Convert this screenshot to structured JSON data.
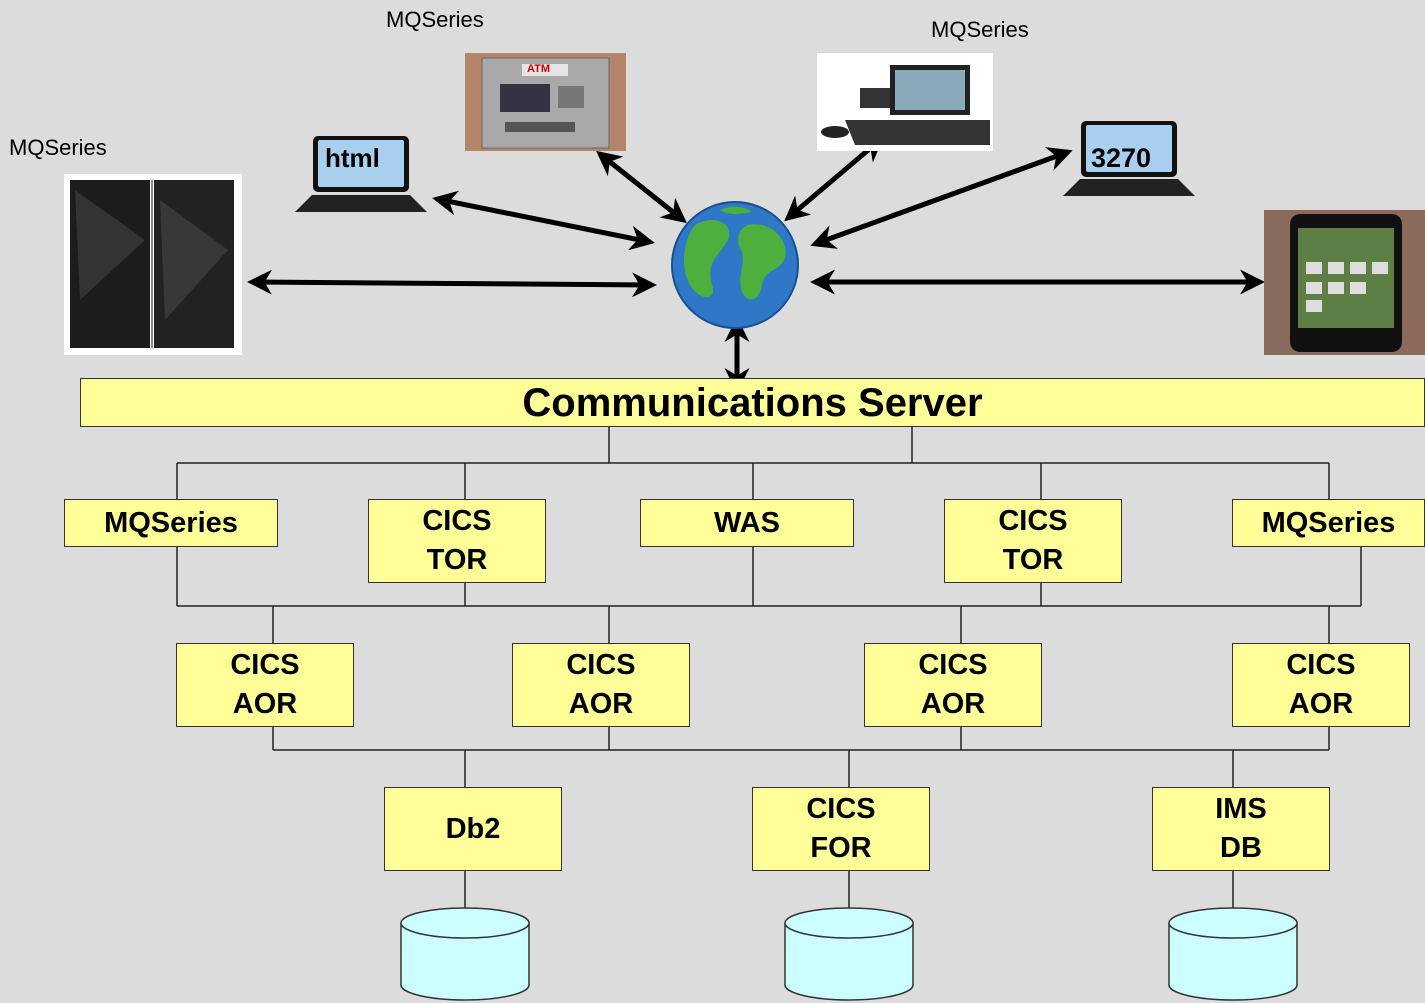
{
  "labels": {
    "mq_left": "MQSeries",
    "mq_atm": "MQSeries",
    "mq_pos": "MQSeries"
  },
  "devices": {
    "html_laptop": "html",
    "terminal_3270": "3270",
    "atm_sign": "ATM"
  },
  "comm_server": "Communications Server",
  "tier1": {
    "mq_left": "MQSeries",
    "tor1_l1": "CICS",
    "tor1_l2": "TOR",
    "was": "WAS",
    "tor2_l1": "CICS",
    "tor2_l2": "TOR",
    "mq_right": "MQSeries"
  },
  "tier2": {
    "aor1_l1": "CICS",
    "aor1_l2": "AOR",
    "aor2_l1": "CICS",
    "aor2_l2": "AOR",
    "aor3_l1": "CICS",
    "aor3_l2": "AOR",
    "aor4_l1": "CICS",
    "aor4_l2": "AOR"
  },
  "tier3": {
    "db2": "Db2",
    "for_l1": "CICS",
    "for_l2": "FOR",
    "ims_l1": "IMS",
    "ims_l2": "DB"
  },
  "colors": {
    "box_fill": "#ffff99",
    "background": "#dcdcdc",
    "cylinder_fill": "#ccffff"
  }
}
